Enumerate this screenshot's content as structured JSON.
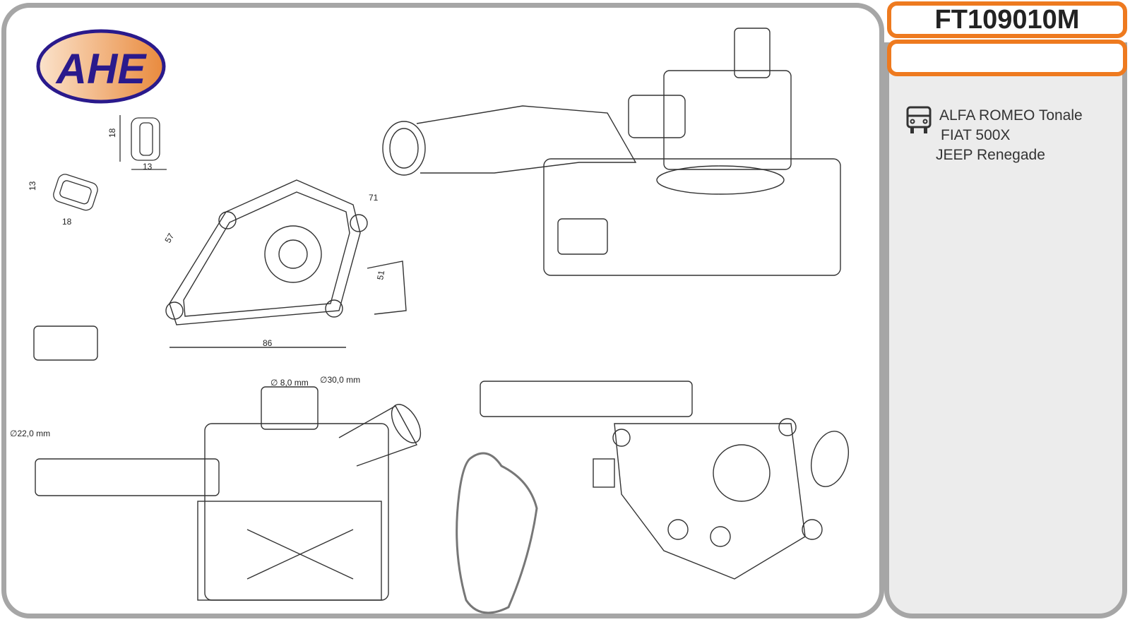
{
  "brand": {
    "logo_text": "AHE",
    "colors": {
      "orange": "#ee7a1f",
      "navy": "#2a1a8c",
      "frame": "#a6a6a6"
    }
  },
  "part": {
    "code": "FT109010M"
  },
  "applications": {
    "icon": "vehicle-icon",
    "items": [
      "ALFA ROMEO Tonale",
      "FIAT 500X",
      "JEEP Renegade"
    ]
  },
  "dimensions": {
    "connector1_h": "18",
    "connector1_w": "13",
    "connector2_h": "13",
    "connector2_w": "18",
    "d57": "57",
    "d71": "71",
    "d51": "51",
    "d86": "86",
    "dia8": "∅ 8,0 mm",
    "dia30": "∅30,0 mm",
    "dia22": "∅22,0 mm"
  }
}
